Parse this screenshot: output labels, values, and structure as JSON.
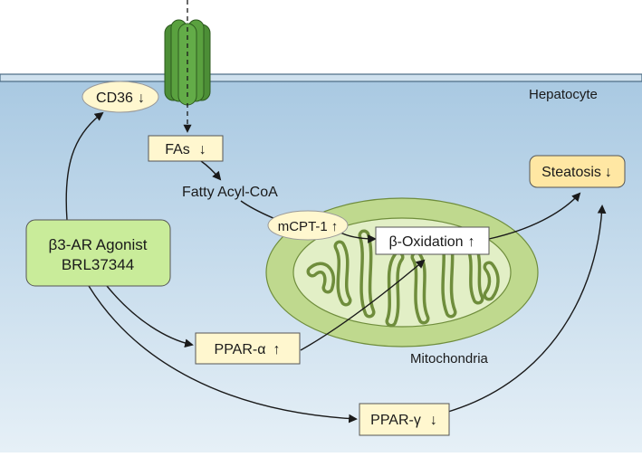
{
  "labels": {
    "cell": "Hepatocyte",
    "cd36": "CD36",
    "fas": "FAs",
    "fatty_acyl_coa": "Fatty Acyl-CoA",
    "agonist_line1": "β3-AR Agonist",
    "agonist_line2": "BRL37344",
    "mcpt1": "mCPT-1",
    "beta_oxidation": "β-Oxidation",
    "steatosis": "Steatosis",
    "ppar_alpha": "PPAR-α",
    "ppar_gamma": "PPAR-γ",
    "mitochondria": "Mitochondria"
  },
  "effects": {
    "cd36": "↓",
    "fas": "↓",
    "mcpt1": "↑",
    "beta_oxidation": "↑",
    "steatosis": "↓",
    "ppar_alpha": "↑",
    "ppar_gamma": "↓"
  },
  "colors": {
    "membrane": "#a9c9df",
    "cytoplasm_top": "#a9c9e2",
    "cytoplasm_bottom": "#e2eef6",
    "transporter": "#4c8e36",
    "agonist_box": "#c9ec9a",
    "mito_outer": "#bfd98e",
    "mito_inner": "#e2efc6",
    "label_box": "#fff7cf",
    "steatosis_box": "#ffe7a3"
  }
}
